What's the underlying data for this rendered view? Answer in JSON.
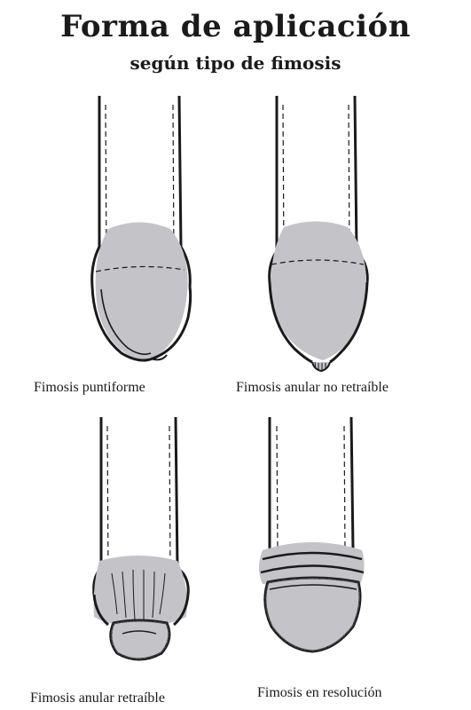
{
  "header": {
    "title": "Forma de aplicación",
    "subtitle": "según tipo de fimosis"
  },
  "figures": [
    {
      "caption": "Fimosis puntiforme"
    },
    {
      "caption": "Fimosis anular no retraíble"
    },
    {
      "caption": "Fimosis anular retraíble"
    },
    {
      "caption": "Fimosis en resolución"
    }
  ],
  "colors": {
    "ink": "#1a1a1a",
    "stipple": "#bdbdc2",
    "background": "#ffffff"
  }
}
